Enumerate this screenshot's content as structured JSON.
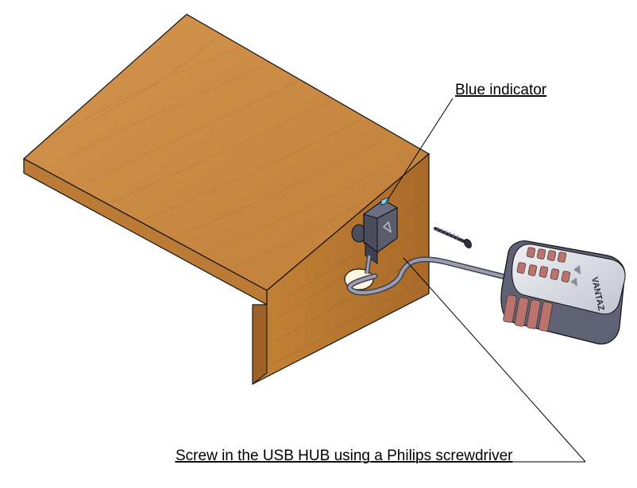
{
  "annotations": {
    "blue_indicator": "Blue indicator",
    "screw_instruction": "Screw in the USB HUB using a Philips screwdriver"
  },
  "hub": {
    "brand": "VANTAZ"
  },
  "colors": {
    "wood_top": "#c98a44",
    "wood_side": "#b8762f",
    "wood_front": "#a8692a",
    "wood_grain": "#9c5f22",
    "hub_body": "#d7d8df",
    "hub_base": "#5f6274",
    "hub_stripe": "#b9746d",
    "device_dark": "#3f4150",
    "indicator_blue": "#7fd0ff",
    "cable": "#8f90a0"
  }
}
